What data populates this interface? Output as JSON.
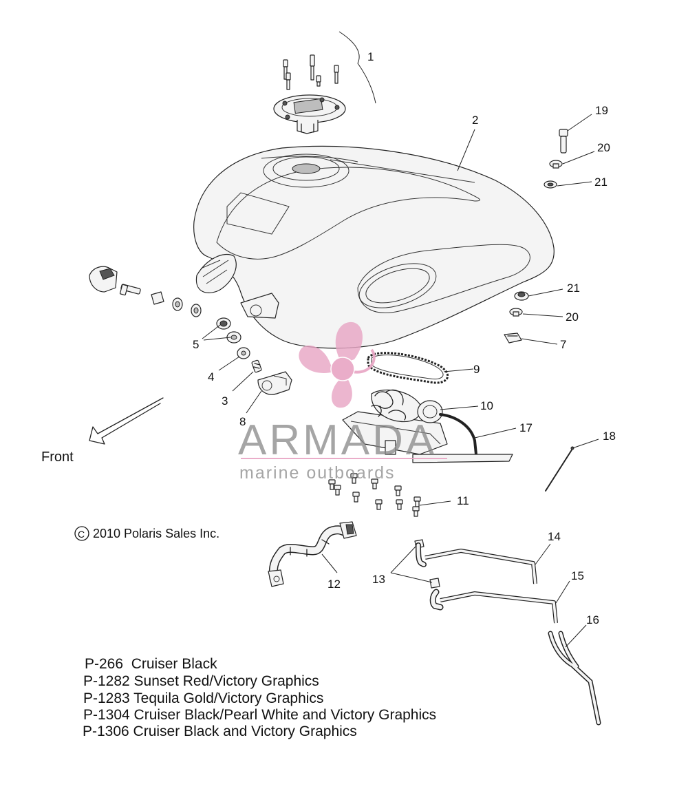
{
  "diagram": {
    "front_label": "Front",
    "copyright_symbol": "C",
    "copyright_text": "2010 Polaris Sales Inc.",
    "callouts": [
      "1",
      "2",
      "3",
      "4",
      "5",
      "7",
      "8",
      "9",
      "10",
      "11",
      "12",
      "13",
      "14",
      "15",
      "16",
      "17",
      "18",
      "19",
      "20",
      "21",
      "20",
      "21"
    ],
    "variants": [
      "P-266  Cruiser Black",
      "P-1282 Sunset Red/Victory Graphics",
      "P-1283 Tequila Gold/Victory Graphics",
      "P-1304 Cruiser Black/Pearl White and Victory Graphics",
      "P-1306 Cruiser Black and Victory Graphics"
    ]
  },
  "watermark": {
    "brand": "ARMADA",
    "tagline": "marine outboards",
    "colors": {
      "pink": "#e8a5c4",
      "gray": "#8a8a8a"
    }
  }
}
